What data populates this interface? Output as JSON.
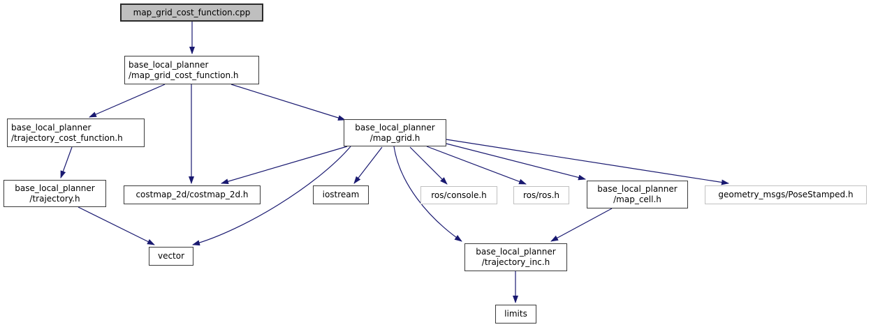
{
  "diagram": {
    "kind": "include-dependency-graph",
    "root_file": "map_grid_cost_function.cpp",
    "colors": {
      "edge": "#191970",
      "node_border": "#3a3a3a",
      "external_border": "#c0c0c0",
      "main_node_fill": "#bfbfbf",
      "text": "#000000",
      "background": "#ffffff"
    },
    "nodes": {
      "cpp": {
        "label": "map_grid_cost_function.cpp",
        "type": "main"
      },
      "map_grid_cost_function_h": {
        "label": "base_local_planner\n/map_grid_cost_function.h",
        "type": "internal"
      },
      "trajectory_cost_function_h": {
        "label": "base_local_planner\n/trajectory_cost_function.h",
        "type": "internal"
      },
      "map_grid_h": {
        "label": "base_local_planner\n/map_grid.h",
        "type": "internal"
      },
      "trajectory_h": {
        "label": "base_local_planner\n/trajectory.h",
        "type": "internal"
      },
      "costmap_2d_h": {
        "label": "costmap_2d/costmap_2d.h",
        "type": "internal"
      },
      "iostream": {
        "label": "iostream",
        "type": "internal"
      },
      "ros_console_h": {
        "label": "ros/console.h",
        "type": "external"
      },
      "ros_ros_h": {
        "label": "ros/ros.h",
        "type": "external"
      },
      "map_cell_h": {
        "label": "base_local_planner\n/map_cell.h",
        "type": "internal"
      },
      "pose_stamped_h": {
        "label": "geometry_msgs/PoseStamped.h",
        "type": "external"
      },
      "vector": {
        "label": "vector",
        "type": "internal"
      },
      "trajectory_inc_h": {
        "label": "base_local_planner\n/trajectory_inc.h",
        "type": "internal"
      },
      "limits": {
        "label": "limits",
        "type": "internal"
      }
    },
    "edges": [
      {
        "from": "cpp",
        "to": "map_grid_cost_function_h"
      },
      {
        "from": "map_grid_cost_function_h",
        "to": "trajectory_cost_function_h"
      },
      {
        "from": "map_grid_cost_function_h",
        "to": "costmap_2d_h"
      },
      {
        "from": "map_grid_cost_function_h",
        "to": "map_grid_h"
      },
      {
        "from": "trajectory_cost_function_h",
        "to": "trajectory_h"
      },
      {
        "from": "trajectory_h",
        "to": "vector"
      },
      {
        "from": "map_grid_h",
        "to": "costmap_2d_h"
      },
      {
        "from": "map_grid_h",
        "to": "iostream"
      },
      {
        "from": "map_grid_h",
        "to": "vector"
      },
      {
        "from": "map_grid_h",
        "to": "ros_console_h"
      },
      {
        "from": "map_grid_h",
        "to": "ros_ros_h"
      },
      {
        "from": "map_grid_h",
        "to": "map_cell_h"
      },
      {
        "from": "map_grid_h",
        "to": "pose_stamped_h"
      },
      {
        "from": "map_grid_h",
        "to": "trajectory_inc_h"
      },
      {
        "from": "map_cell_h",
        "to": "trajectory_inc_h"
      },
      {
        "from": "trajectory_inc_h",
        "to": "limits"
      }
    ]
  }
}
